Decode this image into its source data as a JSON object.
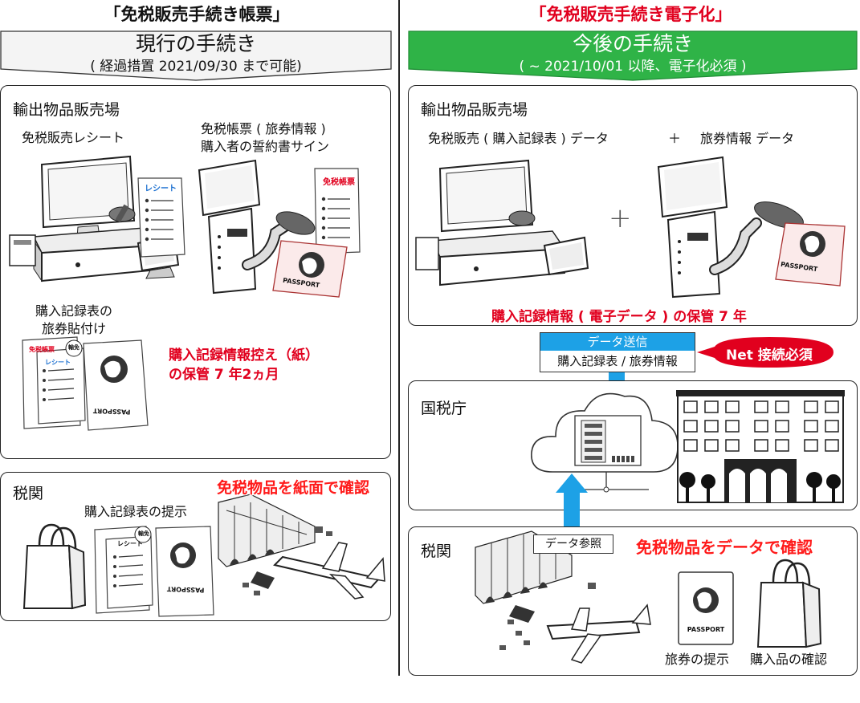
{
  "left": {
    "heading": "「免税販売手続き帳票」",
    "banner_title": "現行の手続き",
    "banner_subtitle": "( 経過措置 2021/09/30 まで可能)",
    "shop_label": "輸出物品販売場",
    "receipt_caption": "免税販売レシート",
    "ledger_caption_1": "免税帳票 ( 旅券情報 )",
    "ledger_caption_2": "購入者の誓約書サイン",
    "record_caption_1": "購入記録表の",
    "record_caption_2": "旅券貼付け",
    "retention_1": "購入記録情報控え（紙）",
    "retention_2": "の保管 7 年2ヵ月",
    "customs_label": "税関",
    "customs_note": "免税物品を紙面で確認",
    "present_caption": "購入記録表の提示",
    "doc_receipt": "レシート",
    "doc_ledger": "免税帳票",
    "doc_tag": "輸免",
    "passport": "PASSPORT"
  },
  "right": {
    "heading": "「免税販売手続き電子化」",
    "banner_title": "今後の手続き",
    "banner_subtitle": "( ~ 2021/10/01 以降、電子化必須 )",
    "shop_label": "輸出物品販売場",
    "data_caption_1": "免税販売 ( 購入記録表 ) データ",
    "plus_small": "＋",
    "data_caption_2": "旅券情報 データ",
    "plus_big": "+",
    "retention": "購入記録情報 ( 電子データ ) の保管 7 年",
    "send_header": "データ送信",
    "send_body": "購入記録表 / 旅券情報",
    "net_badge": "Net 接続必須",
    "nta_label": "国税庁",
    "customs_label": "税関",
    "data_ref": "データ参照",
    "customs_note": "免税物品をデータで確認",
    "passport_caption": "旅券の提示",
    "goods_caption": "購入品の確認",
    "passport": "PASSPORT"
  },
  "colors": {
    "green": "#2fb347",
    "blue": "#1da1e6",
    "red": "#e1001e",
    "banner_gray": "#f2f2f2"
  }
}
